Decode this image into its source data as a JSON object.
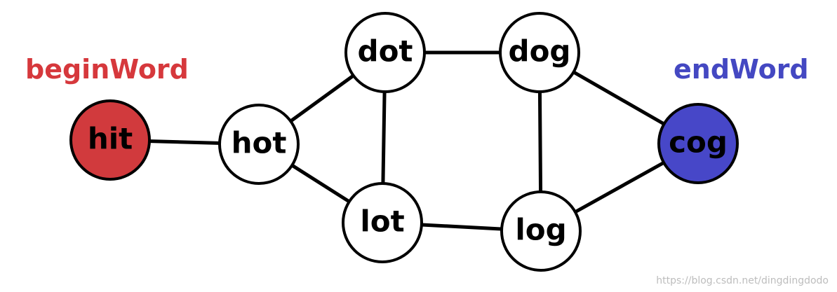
{
  "labels": {
    "begin": "beginWord",
    "end": "endWord"
  },
  "colors": {
    "begin_label": "#d6383c",
    "end_label": "#4448c2",
    "begin_node_fill": "#d13a3d",
    "end_node_fill": "#4747c8",
    "node_fill": "#ffffff",
    "line": "#000000"
  },
  "nodes": [
    {
      "id": "hit",
      "label": "hit",
      "role": "begin"
    },
    {
      "id": "hot",
      "label": "hot",
      "role": "normal"
    },
    {
      "id": "dot",
      "label": "dot",
      "role": "normal"
    },
    {
      "id": "lot",
      "label": "lot",
      "role": "normal"
    },
    {
      "id": "dog",
      "label": "dog",
      "role": "normal"
    },
    {
      "id": "log",
      "label": "log",
      "role": "normal"
    },
    {
      "id": "cog",
      "label": "cog",
      "role": "end"
    }
  ],
  "edges": [
    [
      "hit",
      "hot"
    ],
    [
      "hot",
      "dot"
    ],
    [
      "hot",
      "lot"
    ],
    [
      "dot",
      "lot"
    ],
    [
      "dot",
      "dog"
    ],
    [
      "lot",
      "log"
    ],
    [
      "dog",
      "log"
    ],
    [
      "dog",
      "cog"
    ],
    [
      "log",
      "cog"
    ]
  ],
  "watermark": "https://blog.csdn.net/dingdingdodo"
}
